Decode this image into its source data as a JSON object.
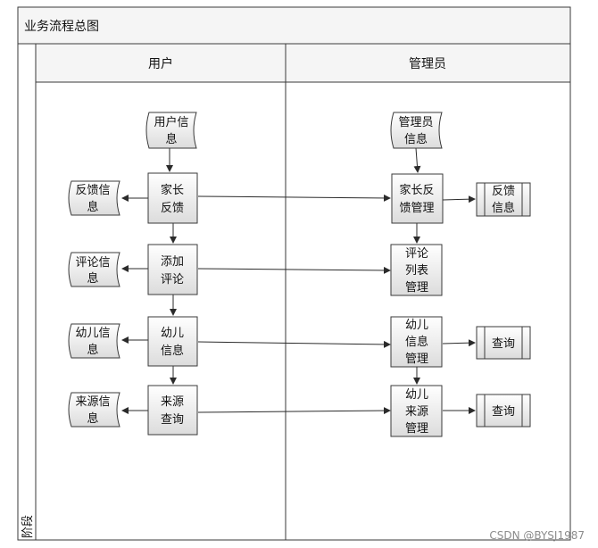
{
  "title": "业务流程总图",
  "stage_label": "阶段",
  "lanes": [
    {
      "id": "user",
      "label": "用户"
    },
    {
      "id": "admin",
      "label": "管理员"
    }
  ],
  "nodes": {
    "user_info": {
      "lines": [
        "用户信",
        "息"
      ]
    },
    "family_feedback": {
      "lines": [
        "家长",
        "反馈"
      ]
    },
    "feedback_info": {
      "lines": [
        "反馈信",
        "息"
      ]
    },
    "add_comment": {
      "lines": [
        "添加",
        "评论"
      ]
    },
    "comment_info": {
      "lines": [
        "评论信",
        "息"
      ]
    },
    "child_info": {
      "lines": [
        "幼儿",
        "信息"
      ]
    },
    "child_info_data": {
      "lines": [
        "幼儿信",
        "息"
      ]
    },
    "source_query": {
      "lines": [
        "来源",
        "查询"
      ]
    },
    "source_info": {
      "lines": [
        "来源信",
        "息"
      ]
    },
    "admin_info": {
      "lines": [
        "管理员",
        "信息"
      ]
    },
    "feedback_mgmt": {
      "lines": [
        "家长反",
        "馈管理"
      ]
    },
    "feedback_info_r": {
      "lines": [
        "反馈",
        "信息"
      ]
    },
    "comment_list_mgmt": {
      "lines": [
        "评论",
        "列表",
        "管理"
      ]
    },
    "child_info_mgmt": {
      "lines": [
        "幼儿",
        "信息",
        "管理"
      ]
    },
    "query_1": {
      "lines": [
        "查询"
      ]
    },
    "child_source_mgmt": {
      "lines": [
        "幼儿",
        "来源",
        "管理"
      ]
    },
    "query_2": {
      "lines": [
        "查询"
      ]
    }
  },
  "watermark": "CSDN @BYSJ1987",
  "colors": {
    "box_fill_top": "#ffffff",
    "box_fill_bottom": "#dcdcdc",
    "stroke": "#3a3a3a",
    "header_fill": "#f5f5f5"
  }
}
